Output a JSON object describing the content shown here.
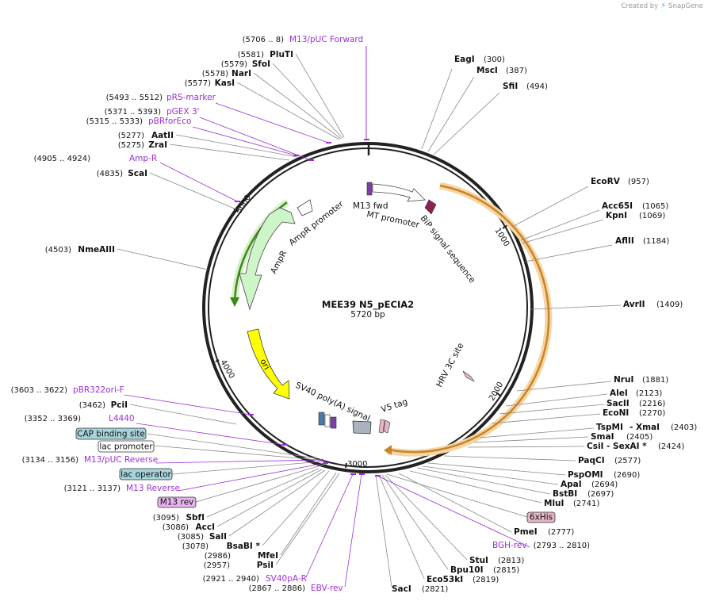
{
  "credit": {
    "prefix": "Created by",
    "brand": "SnapGene"
  },
  "plasmid": {
    "name": "MEE39 N5_pECIA2",
    "length": "5720 bp"
  },
  "ticks": [
    "1000",
    "2000",
    "3000",
    "4000",
    "5000"
  ],
  "features": [
    "AmpR",
    "AmpR promoter",
    "M13 fwd",
    "MT promoter",
    "BiP signal sequence",
    "HRV 3C site",
    "ori",
    "SV40 poly(A) signal",
    "V5 tag"
  ],
  "sites": [
    {
      "name": "EagI",
      "pos": "(300)"
    },
    {
      "name": "MscI",
      "pos": "(387)"
    },
    {
      "name": "SfiI",
      "pos": "(494)"
    },
    {
      "name": "EcoRV",
      "pos": "(957)"
    },
    {
      "name": "Acc65I",
      "pos": "(1065)"
    },
    {
      "name": "KpnI",
      "pos": "(1069)"
    },
    {
      "name": "AflII",
      "pos": "(1184)"
    },
    {
      "name": "AvrII",
      "pos": "(1409)"
    },
    {
      "name": "NruI",
      "pos": "(1881)"
    },
    {
      "name": "AleI",
      "pos": "(2123)"
    },
    {
      "name": "SacII",
      "pos": "(2216)"
    },
    {
      "name": "EcoNI",
      "pos": "(2270)"
    },
    {
      "name": "TspMI",
      "pos": ""
    },
    {
      "name": "- XmaI",
      "pos": "(2403)"
    },
    {
      "name": "SmaI",
      "pos": "(2405)"
    },
    {
      "name": "CsiI",
      "pos": ""
    },
    {
      "name": "- SexAI *",
      "pos": "(2424)"
    },
    {
      "name": "PaqCI",
      "pos": "(2577)"
    },
    {
      "name": "PspOMI",
      "pos": "(2690)"
    },
    {
      "name": "ApaI",
      "pos": "(2694)"
    },
    {
      "name": "BstBI",
      "pos": "(2697)"
    },
    {
      "name": "MluI",
      "pos": "(2741)"
    },
    {
      "name": "PmeI",
      "pos": "(2777)"
    },
    {
      "name": "StuI",
      "pos": "(2813)"
    },
    {
      "name": "Bpu10I",
      "pos": "(2815)"
    },
    {
      "name": "Eco53kI",
      "pos": "(2819)"
    },
    {
      "name": "SacI",
      "pos": "(2821)"
    },
    {
      "name": "PsiI",
      "pos": "(2957)"
    },
    {
      "name": "MfeI",
      "pos": "(2986)"
    },
    {
      "name": "BsaBI *",
      "pos": "(3078)"
    },
    {
      "name": "SalI",
      "pos": "(3085)"
    },
    {
      "name": "AccI",
      "pos": "(3086)"
    },
    {
      "name": "SbfI",
      "pos": "(3095)"
    },
    {
      "name": "PciI",
      "pos": "(3462)"
    },
    {
      "name": "NmeAIII",
      "pos": "(4503)"
    },
    {
      "name": "ScaI",
      "pos": "(4835)"
    },
    {
      "name": "ZraI",
      "pos": "(5275)"
    },
    {
      "name": "AatII",
      "pos": "(5277)"
    },
    {
      "name": "KasI",
      "pos": "(5577)"
    },
    {
      "name": "NarI",
      "pos": "(5578)"
    },
    {
      "name": "SfoI",
      "pos": "(5579)"
    },
    {
      "name": "PluTI",
      "pos": "(5581)"
    }
  ],
  "primers": [
    {
      "range": "(5706 .. 8)",
      "name": "M13/pUC Forward"
    },
    {
      "range": "(5493 .. 5512)",
      "name": "pRS-marker"
    },
    {
      "range": "(5371 .. 5393)",
      "name": "pGEX 3'"
    },
    {
      "range": "(5315 .. 5333)",
      "name": "pBRforEco"
    },
    {
      "range": "(4905 .. 4924)",
      "name": "Amp-R"
    },
    {
      "range": "(3603 .. 3622)",
      "name": "pBR322ori-F"
    },
    {
      "range": "(3352 .. 3369)",
      "name": "L4440"
    },
    {
      "range": "(3134 .. 3156)",
      "name": "M13/pUC Reverse"
    },
    {
      "range": "(3121 .. 3137)",
      "name": "M13 Reverse"
    },
    {
      "range": "(2921 .. 2940)",
      "name": "SV40pA-R"
    },
    {
      "range": "(2867 .. 2886)",
      "name": "EBV-rev"
    },
    {
      "range": "(2793 .. 2810)",
      "name": "BGH-rev"
    }
  ],
  "boxed": [
    "CAP binding site",
    "lac promoter",
    "lac operator",
    "M13 rev",
    "6xHis"
  ],
  "colors": {
    "primer": "#9c2fd6",
    "ampr": "#cdf5c8",
    "ori": "#ffff00",
    "orf": "#f0a530",
    "orf_green": "#3a8a1a",
    "bip": "#8b2252",
    "m13": "#7b3fa8",
    "cap_bg": "#a8d4dc",
    "lacop_bg": "#a8d4dc",
    "m13rev_bg": "#e7b3ef",
    "his_bg": "#e4b6c6"
  }
}
